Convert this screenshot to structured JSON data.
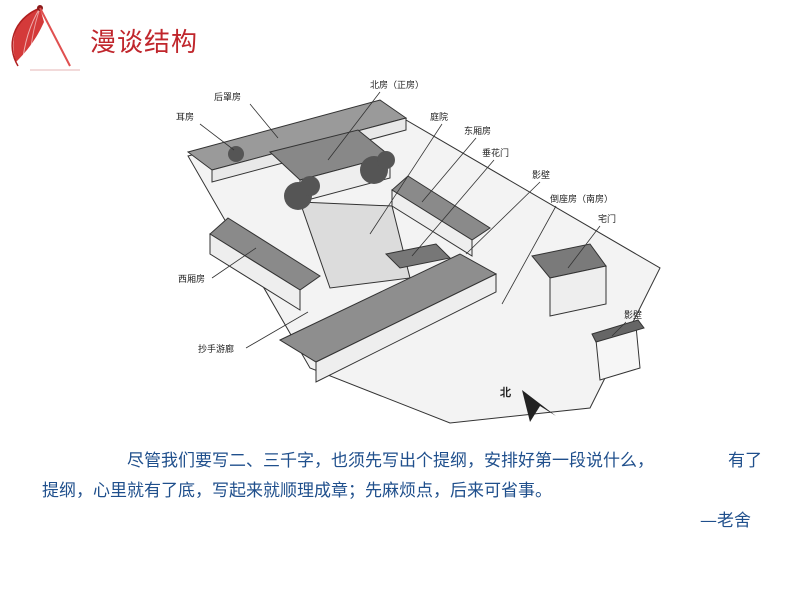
{
  "header": {
    "title": "漫谈结构"
  },
  "diagram": {
    "labels": {
      "hou_zhao_fang": "后罩房",
      "bei_fang": "北房（正房）",
      "er_fang": "耳房",
      "ting_yuan": "庭院",
      "dong_xiang_fang": "东厢房",
      "chui_hua_men": "垂花门",
      "ying_bi_inner": "影壁",
      "dao_zuo_fang": "倒座房（南房）",
      "zhai_men": "宅门",
      "xi_xiang_fang": "西厢房",
      "chao_shou_you_lang": "抄手游廊",
      "ying_bi_outer": "影壁",
      "north": "北"
    }
  },
  "quote": {
    "line1": "尽管我们要写二、三千字，也须先写出个提纲，安排好第一段说什么，",
    "line2": "提纲，心里就有了底，写起来就顺理成章；先麻烦点，后来可省事。",
    "overlay": "有了",
    "author": "—老舍"
  },
  "colors": {
    "title": "#c0262c",
    "quote": "#1f4f8c"
  }
}
